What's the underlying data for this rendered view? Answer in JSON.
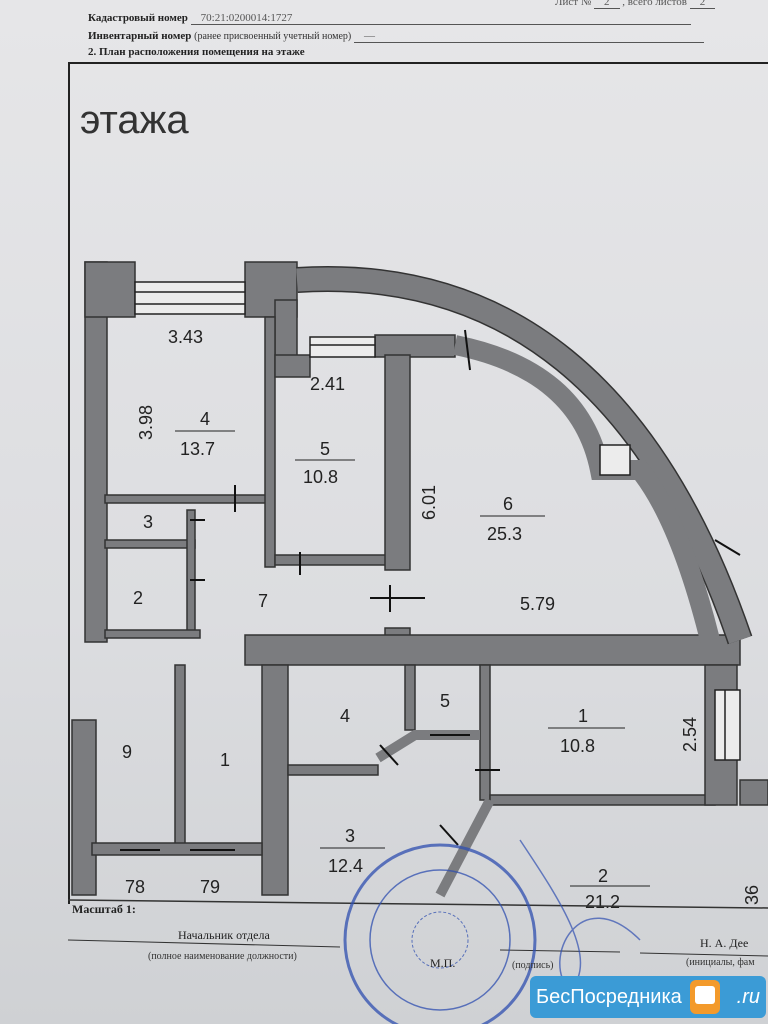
{
  "header": {
    "sheet_label": "Лист №",
    "sheet_number": "2",
    "total_label": ", всего листов",
    "total_number": "2",
    "cadastral_label": "Кадастровый номер",
    "cadastral_value": "70:21:0200014:1727",
    "inventory_label": "Инвентарный номер",
    "inventory_hint": "(ранее присвоенный учетный номер)",
    "inventory_value": "—",
    "section_title": "2. План расположения помещения на этаже"
  },
  "plan": {
    "floor_title": "этажа",
    "labels": {
      "r4_width": "3.43",
      "r4_height": "3.98",
      "r4_num": "4",
      "r4_area": "13.7",
      "r5_width": "2.41",
      "r5_num": "5",
      "r5_area": "10.8",
      "r6_height": "6.01",
      "r6_num": "6",
      "r6_area": "25.3",
      "r6_width": "5.79",
      "r3": "3",
      "r2": "2",
      "r7": "7",
      "b9": "9",
      "b1": "1",
      "b4": "4",
      "b5": "5",
      "b1r_num": "1",
      "b1r_area": "10.8",
      "b1r_dim": "2.54",
      "b3_num": "3",
      "b3_area": "12.4",
      "b2_num": "2",
      "b2_area": "21.2",
      "n78": "78",
      "n79": "79",
      "n36": "36"
    }
  },
  "footer": {
    "scale_label": "Масштаб 1:",
    "position": "Начальник отдела",
    "position_hint": "(полное наименование должности)",
    "stamp_place": "М.П.",
    "signature_hint": "(подпись)",
    "name": "Н. А. Дее",
    "name_hint": "(инициалы, фам"
  },
  "watermark": {
    "text": "БесПосредника",
    "suffix": ".ru"
  },
  "colors": {
    "wall": "#7b7c7f",
    "stamp": "#2f4fb0",
    "badge": "#3b9bd6"
  }
}
